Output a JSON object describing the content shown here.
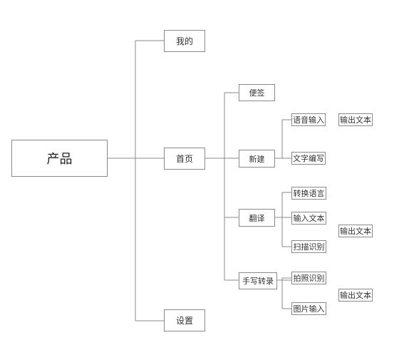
{
  "root": {
    "label": "产品"
  },
  "level1": [
    {
      "label": "我的"
    },
    {
      "label": "首页"
    },
    {
      "label": "设置"
    }
  ],
  "home_children": [
    {
      "label": "便签"
    },
    {
      "label": "新建"
    },
    {
      "label": "翻译"
    },
    {
      "label": "手写转录"
    }
  ],
  "new_children": [
    {
      "label": "语音输入"
    },
    {
      "label": "文字编写"
    }
  ],
  "translate_children": [
    {
      "label": "转换语言"
    },
    {
      "label": "输入文本"
    },
    {
      "label": "扫描识别"
    }
  ],
  "handwriting_children": [
    {
      "label": "拍照识别"
    },
    {
      "label": "图片输入"
    }
  ],
  "outputs": [
    {
      "label": "输出文本"
    },
    {
      "label": "输出文本"
    },
    {
      "label": "输出文本"
    }
  ]
}
